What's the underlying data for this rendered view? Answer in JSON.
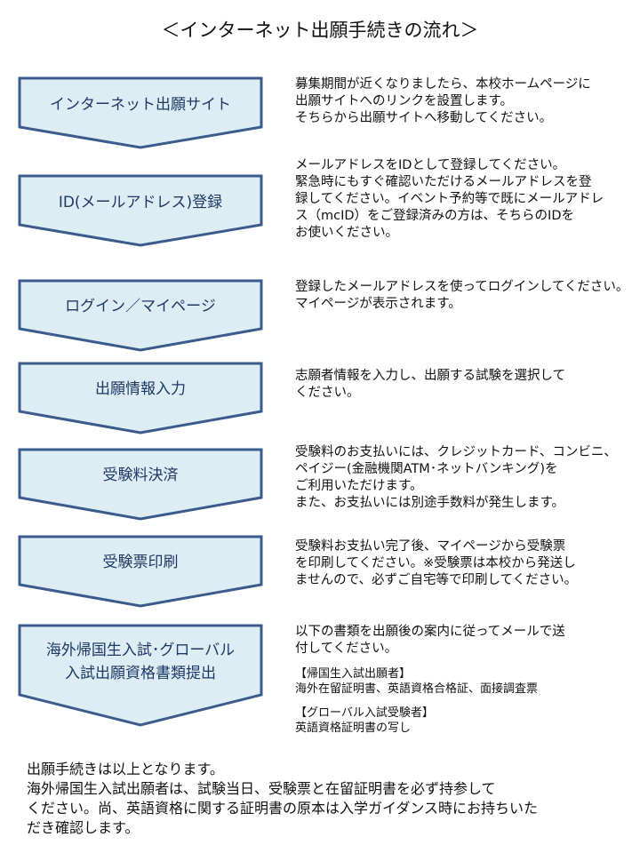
{
  "title": "＜インターネット出願手続きの流れ＞",
  "colors": {
    "chevron_fill": "#dcedf4",
    "chevron_stroke": "#3b5b8c",
    "label_text": "#1f3864"
  },
  "steps": [
    {
      "label": [
        "インターネット出願サイト"
      ],
      "desc": [
        "募集期間が近くなりましたら、本校ホームページに",
        "出願サイトへのリンクを設置します。",
        "そちらから出願サイトへ移動してください。"
      ]
    },
    {
      "label": [
        "ID(メールアドレス)登録"
      ],
      "desc": [
        "メールアドレスをIDとして登録してください。",
        "緊急時にもすぐ確認いただけるメールアドレスを登",
        "録してください。イベント予約等で既にメールアドレ",
        "ス（mcID）をご登録済みの方は、そちらのIDを",
        "お使いください。"
      ]
    },
    {
      "label": [
        "ログイン／マイページ"
      ],
      "desc": [
        "登録したメールアドレスを使ってログインしてください。",
        "マイページが表示されます。"
      ]
    },
    {
      "label": [
        "出願情報入力"
      ],
      "desc": [
        "志願者情報を入力し、出願する試験を選択して",
        "ください。"
      ]
    },
    {
      "label": [
        "受験料決済"
      ],
      "desc": [
        "受験料のお支払いには、クレジットカード、コンビニ、",
        "ペイジー(金融機関ATM･ネットバンキング)を",
        "ご利用いただけます。",
        "また、お支払いには別途手数料が発生します。"
      ]
    },
    {
      "label": [
        "受験票印刷"
      ],
      "desc": [
        "受験料お支払い完了後、マイページから受験票",
        "を印刷してください。※受験票は本校から発送し",
        "ませんので、必ずご自宅等で印刷してください。"
      ]
    },
    {
      "label": [
        "海外帰国生入試･グローバル",
        "入試出願資格書類提出"
      ],
      "desc": [
        "以下の書類を出願後の案内に従ってメールで送",
        "付してください。"
      ],
      "groups": [
        {
          "heading": "【帰国生入試出願者】",
          "items": "海外在留証明書、英語資格合格証、面接調査票"
        },
        {
          "heading": "【グローバル入試受験者】",
          "items": "英語資格証明書の写し"
        }
      ]
    }
  ],
  "footer": [
    "出願手続きは以上となります。",
    "海外帰国生入試出願者は、試験当日、受験票と在留証明書を必ず持参して",
    "ください。尚、英語資格に関する証明書の原本は入学ガイダンス時にお持ちいた",
    "だき確認します。"
  ]
}
